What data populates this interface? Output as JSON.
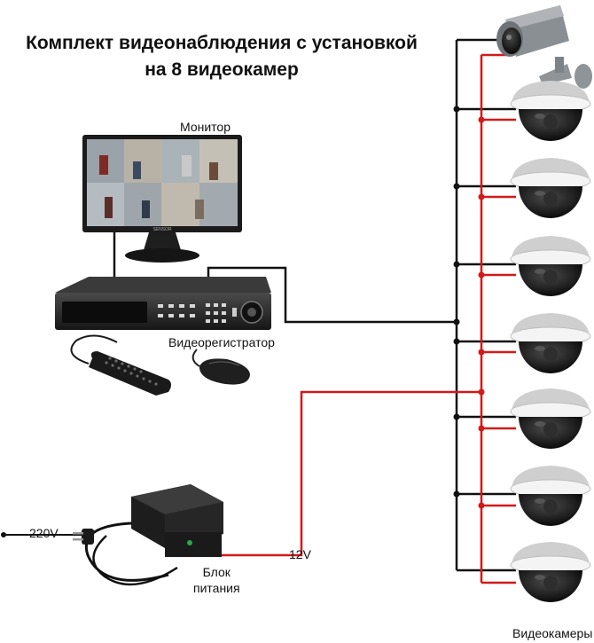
{
  "title": {
    "line1": "Комплект видеонаблюдения с установкой",
    "line2": "на 8 видеокамер"
  },
  "labels": {
    "monitor": "Монитор",
    "dvr": "Видеорегистратор",
    "power_supply_line1": "Блок",
    "power_supply_line2": "питания",
    "mains_voltage": "220V",
    "output_voltage": "12V",
    "cameras": "Видеокамеры"
  },
  "cameras": [
    {
      "kind": "bullet-camera"
    },
    {
      "kind": "dome-camera"
    },
    {
      "kind": "dome-camera"
    },
    {
      "kind": "dome-camera"
    },
    {
      "kind": "dome-camera"
    },
    {
      "kind": "dome-camera"
    },
    {
      "kind": "dome-camera"
    },
    {
      "kind": "dome-camera"
    }
  ],
  "colors": {
    "video_cable": "#111111",
    "power_cable": "#d11a1a",
    "device_body": "#2b2b2b",
    "dome_shell": "#e9e9e9"
  }
}
